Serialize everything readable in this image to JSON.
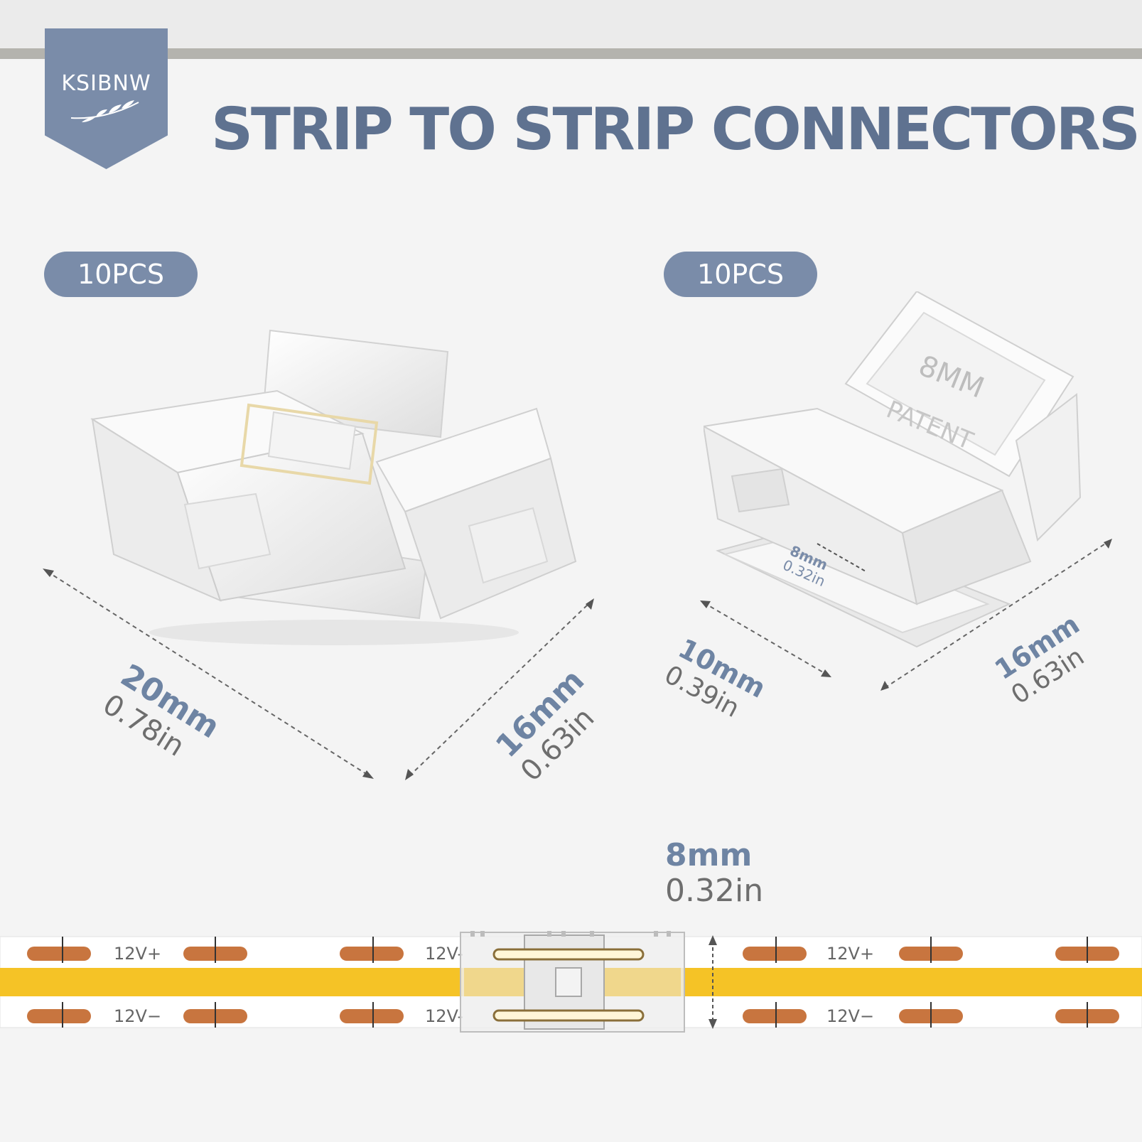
{
  "brand": {
    "logo_text": "KSIBNW",
    "color": "#7a8ca9"
  },
  "header": {
    "title": "STRIP TO STRIP CONNECTORS",
    "title_color": "#5f7290"
  },
  "products": [
    {
      "quantity": "10PCS",
      "dimensions": [
        {
          "mm": "20mm",
          "in": "0.78in"
        },
        {
          "mm": "16mm",
          "in": "0.63in"
        }
      ]
    },
    {
      "quantity": "10PCS",
      "label_text": [
        "8MM",
        "PATENT"
      ],
      "inner_dimension": {
        "mm": "8mm",
        "in": "0.32in"
      },
      "dimensions": [
        {
          "mm": "10mm",
          "in": "0.39in"
        },
        {
          "mm": "16mm",
          "in": "0.63in"
        }
      ]
    }
  ],
  "strip": {
    "width": {
      "mm": "8mm",
      "in": "0.32in"
    },
    "labels": {
      "left_pos": "12V+",
      "left_neg": "12V−",
      "mid_pos": "12V-",
      "mid_neg": "12V-",
      "right_pos": "12V+",
      "right_neg": "12V−"
    },
    "colors": {
      "led": "#f5c326",
      "pad": "#c8753f",
      "base": "#ffffff"
    }
  }
}
